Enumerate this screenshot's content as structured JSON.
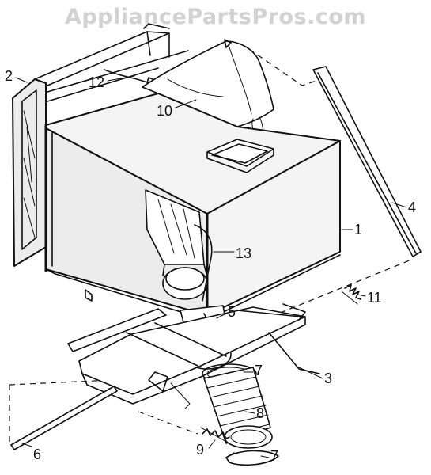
{
  "watermark": "AppliancePartsPros.com",
  "callouts": {
    "c1": "1",
    "c2": "2",
    "c3": "3",
    "c4": "4",
    "c5": "5",
    "c6": "6",
    "c7a": "7",
    "c7b": "7",
    "c8": "8",
    "c9": "9",
    "c10": "10",
    "c11": "11",
    "c12": "12",
    "c13": "13"
  }
}
